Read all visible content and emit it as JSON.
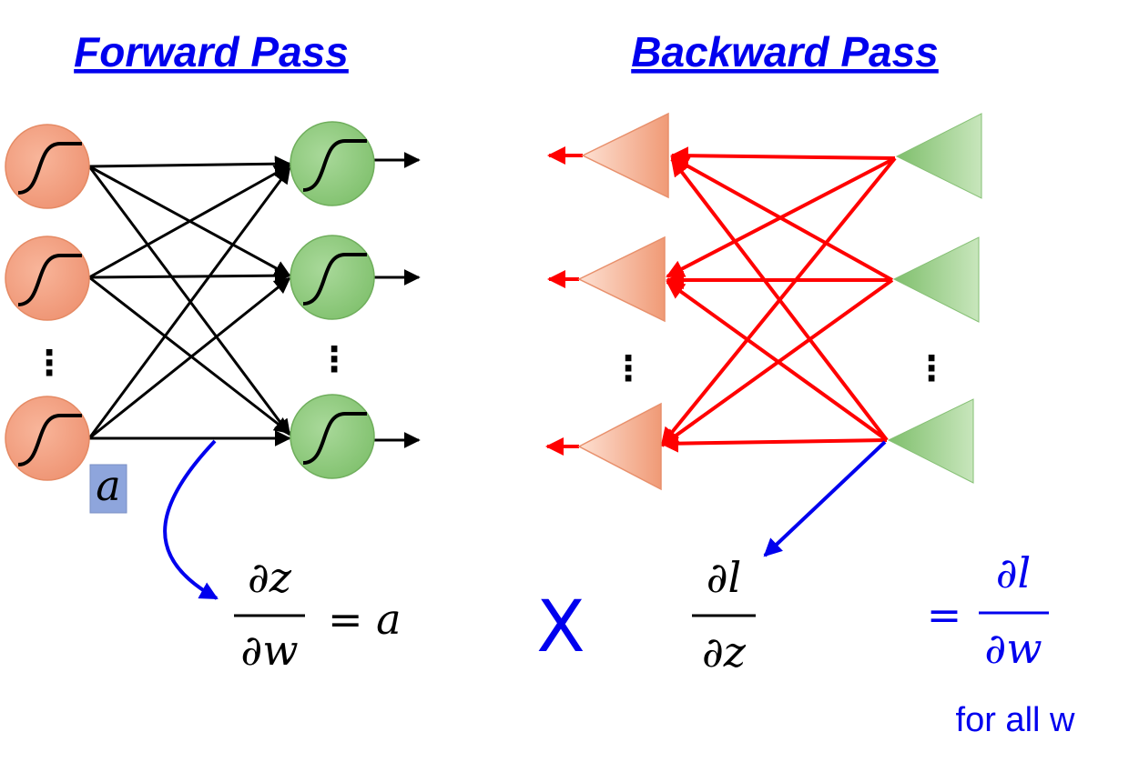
{
  "titles": {
    "forward": "Forward Pass",
    "backward": "Backward Pass"
  },
  "labels": {
    "activation": "a",
    "dots": "⋮"
  },
  "equation": {
    "forward_numerator": "∂z",
    "forward_denominator": "∂w",
    "forward_result": "= a",
    "times": "X",
    "backward_numerator": "∂l",
    "backward_denominator": "∂z",
    "equals": "=",
    "result_numerator": "∂l",
    "result_denominator": "∂w",
    "note": "for all w"
  },
  "colors": {
    "title": "#0000ee",
    "forward_edges": "#000000",
    "backward_edges": "#ff0000",
    "highlight": "#0000ee",
    "input_node": "#f2a07e",
    "output_node": "#8cc97a",
    "activation_box": "#8ea5dc"
  }
}
